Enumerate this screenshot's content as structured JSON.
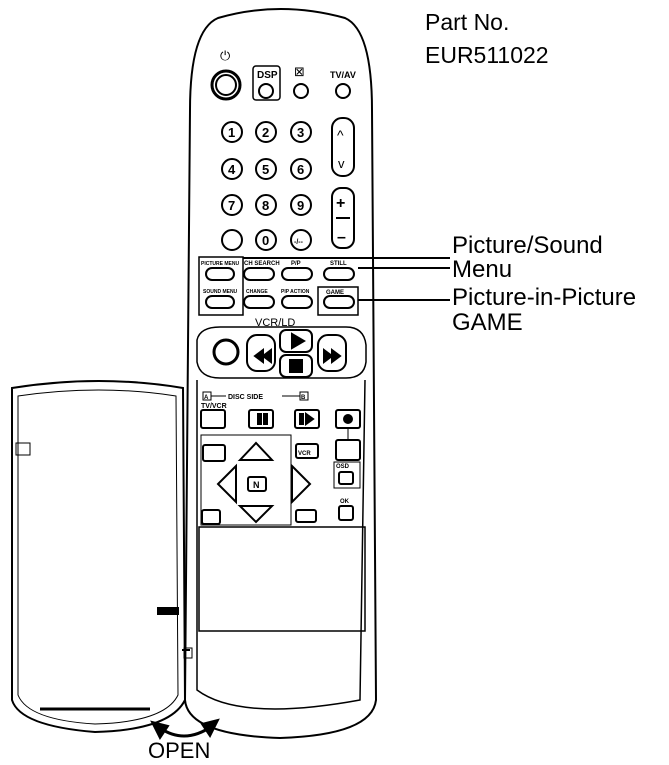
{
  "part_number": {
    "line1": "Part No.",
    "line2": "EUR511022"
  },
  "callouts": {
    "picture_sound_line1": "Picture/Sound",
    "picture_sound_line2": "Menu",
    "pip": "Picture-in-Picture",
    "game": "GAME"
  },
  "open_label": "OPEN",
  "remote": {
    "top_buttons": {
      "dsp": "DSP",
      "tvav": "TV/AV"
    },
    "digits": [
      "1",
      "2",
      "3",
      "4",
      "5",
      "6",
      "7",
      "8",
      "9",
      "0"
    ],
    "slash_key": "-/--",
    "menu_buttons": [
      "PICTURE MENU",
      "SOUND MENU"
    ],
    "function_row1": [
      "CH SEARCH",
      "P/P",
      "STILL"
    ],
    "function_row2": [
      "CHANGE",
      "PIP ACTION",
      "GAME"
    ],
    "vcr_ld": "VCR/LD",
    "disc_side": "DISC SIDE",
    "disc_a": "A",
    "disc_b": "B",
    "tv_vcr": "TV/VCR",
    "nav_label": "N",
    "vcr_button": "VCR",
    "small_labels": [
      "OSD",
      "OK"
    ]
  }
}
